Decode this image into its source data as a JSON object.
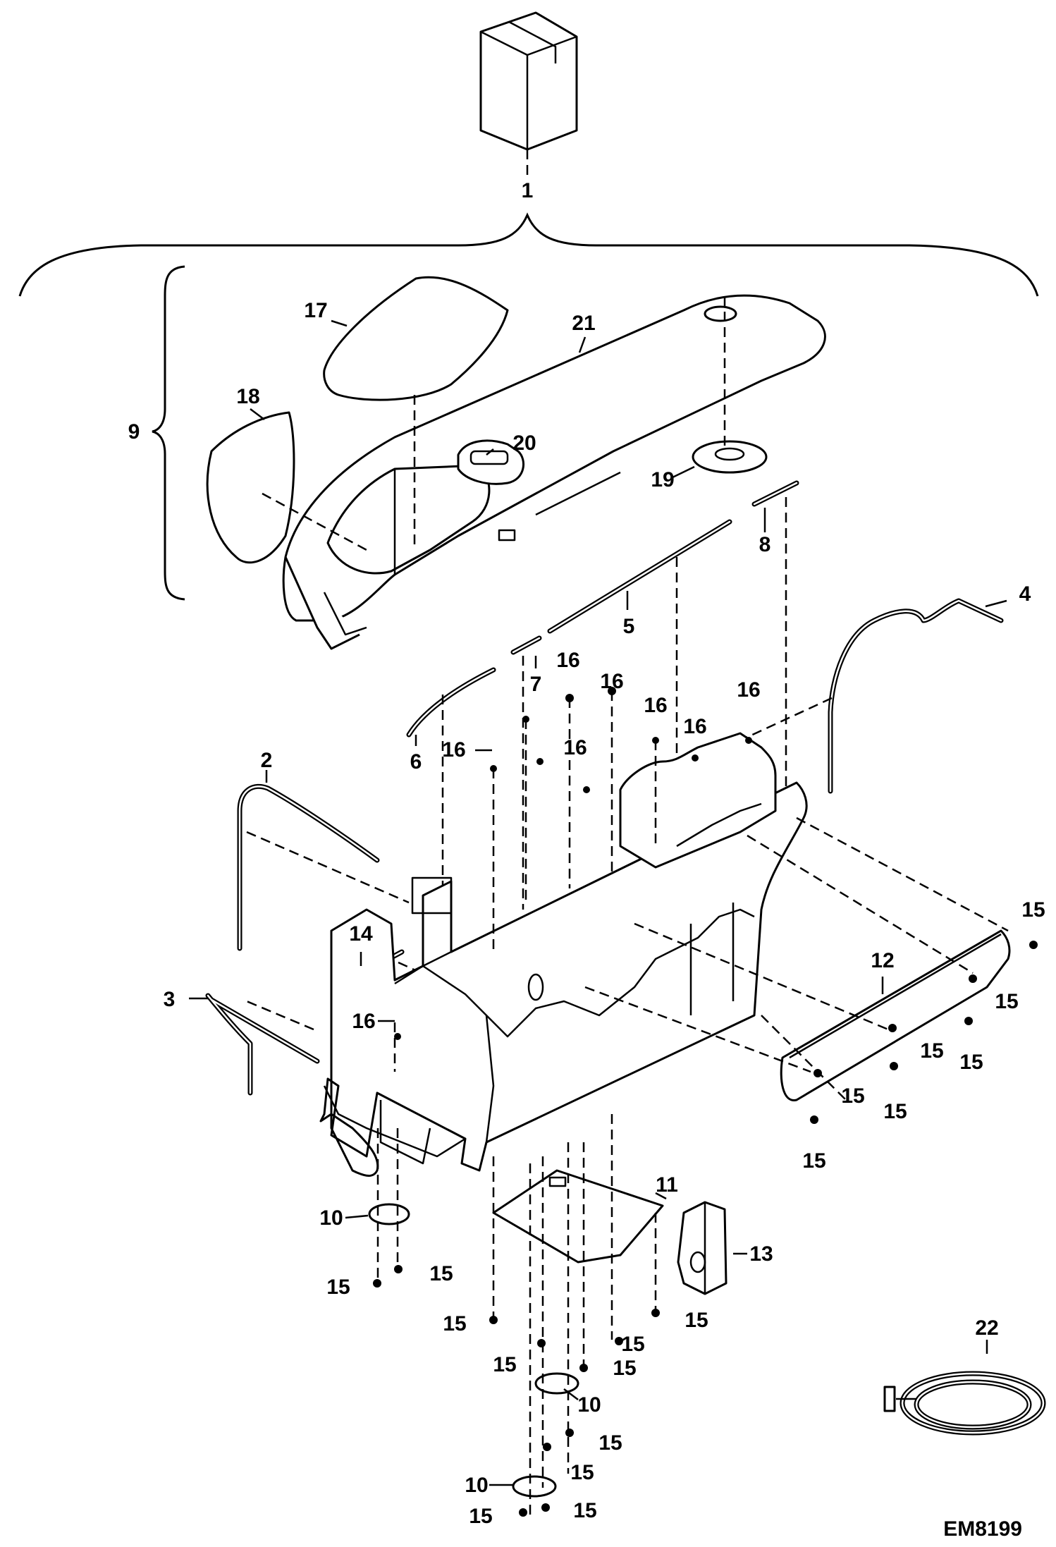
{
  "diagram": {
    "drawing_code": "EM8199",
    "callouts": {
      "c1": "1",
      "c2": "2",
      "c3": "3",
      "c4": "4",
      "c5": "5",
      "c6": "6",
      "c7": "7",
      "c8": "8",
      "c9": "9",
      "c10": "10",
      "c11": "11",
      "c12": "12",
      "c13": "13",
      "c14": "14",
      "c15": "15",
      "c16": "16",
      "c17": "17",
      "c18": "18",
      "c19": "19",
      "c20": "20",
      "c21": "21",
      "c22": "22"
    }
  }
}
